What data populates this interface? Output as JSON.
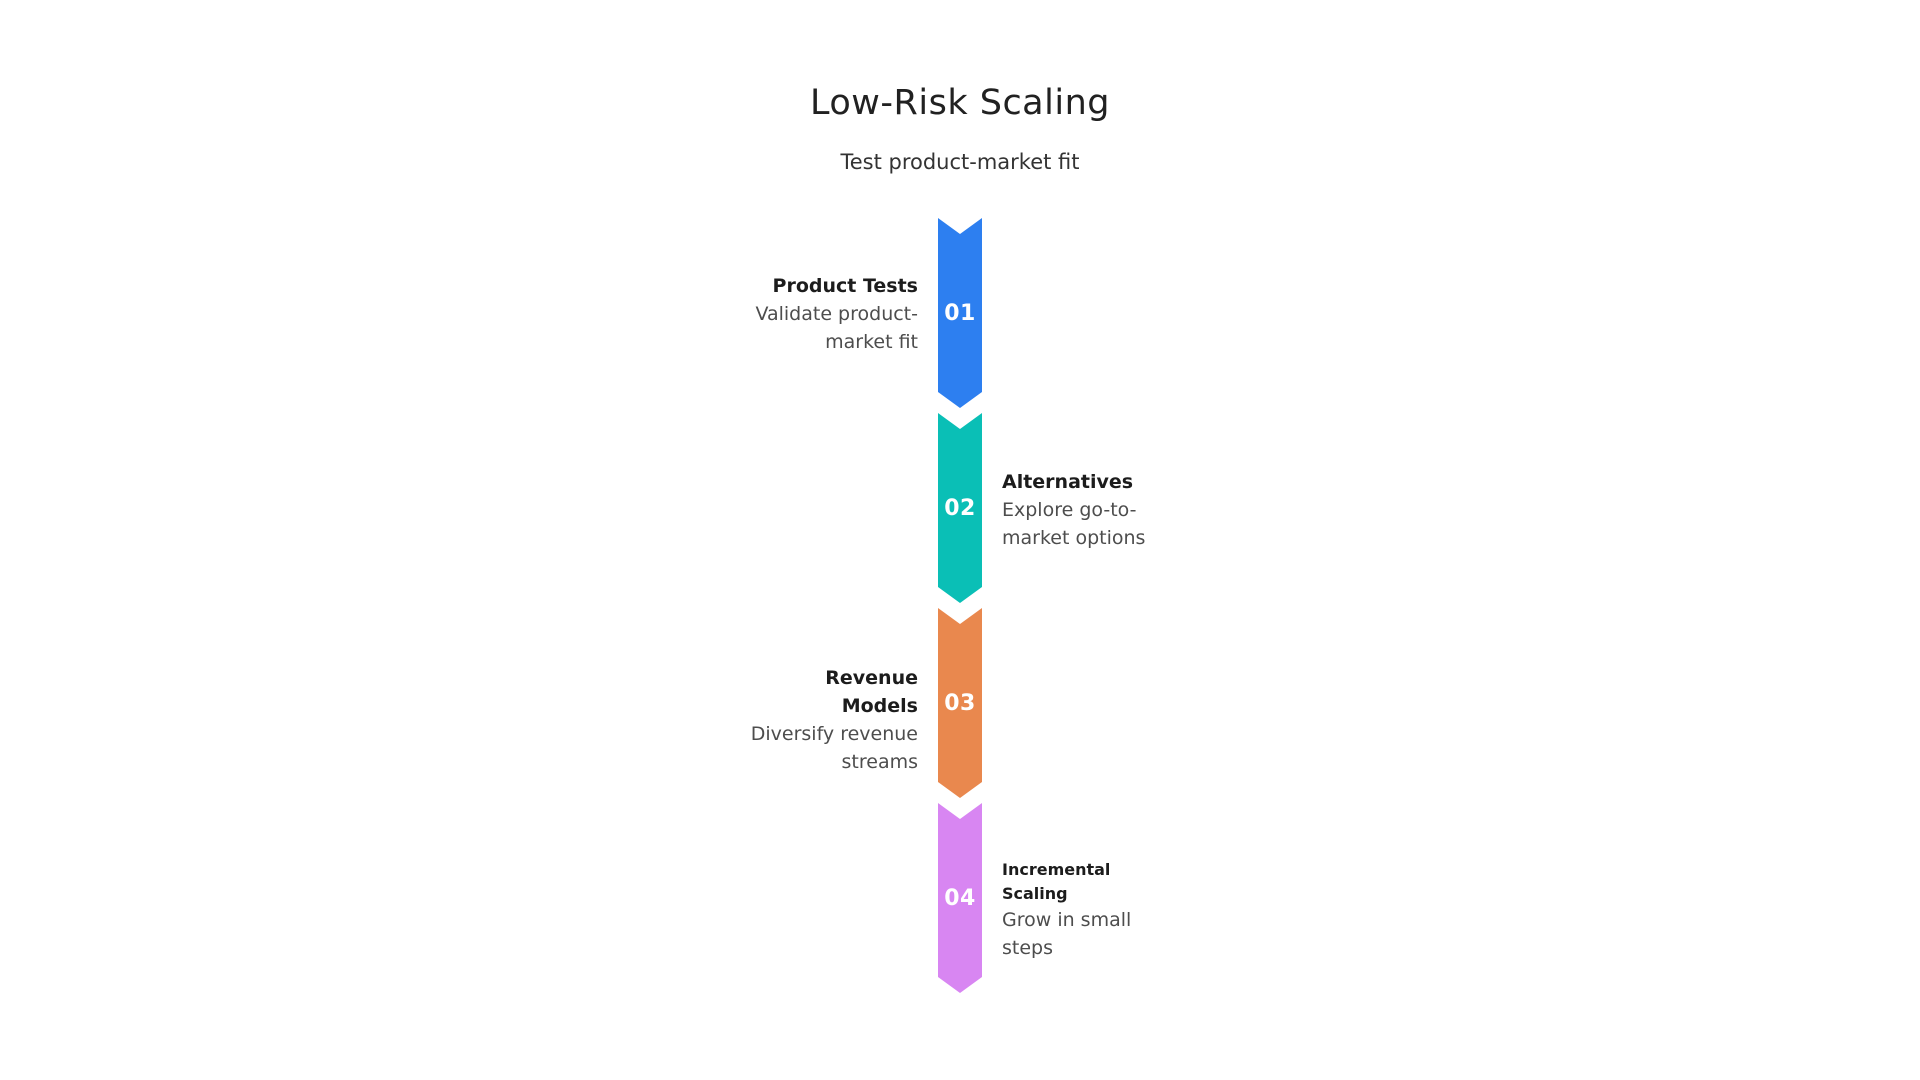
{
  "header": {
    "title": "Low-Risk Scaling",
    "subtitle": "Test product-market fit"
  },
  "accent_colors": {
    "step1": "#2d7ff0",
    "step2": "#0abfb6",
    "step3": "#e9884e",
    "step4": "#d886f2"
  },
  "steps": [
    {
      "number": "01",
      "title": "Product Tests",
      "description": "Validate product-market fit",
      "color": "#2d7ff0",
      "side": "left"
    },
    {
      "number": "02",
      "title": "Alternatives",
      "description": "Explore go-to-market options",
      "color": "#0abfb6",
      "side": "right"
    },
    {
      "number": "03",
      "title": "Revenue Models",
      "description": "Diversify revenue streams",
      "color": "#e9884e",
      "side": "left"
    },
    {
      "number": "04",
      "title": "Incremental Scaling",
      "description": "Grow in small steps",
      "color": "#d886f2",
      "side": "right"
    }
  ]
}
